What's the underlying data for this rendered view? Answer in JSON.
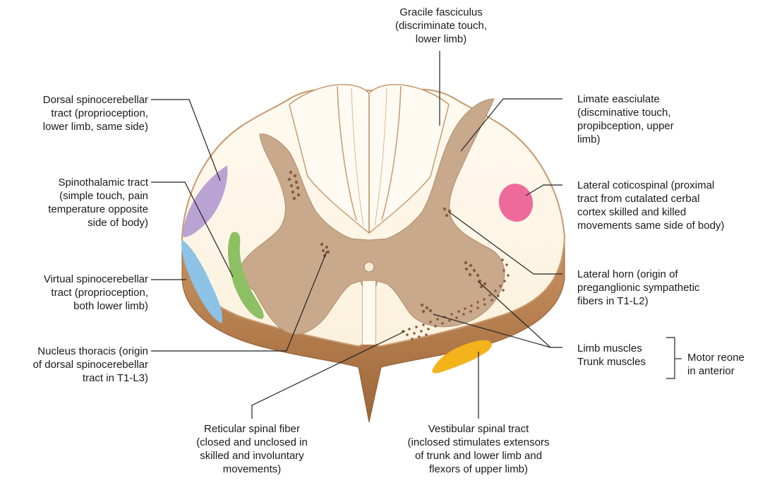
{
  "labels": {
    "gracile": [
      "Gracile fasciculus",
      "(discriminate touch,",
      "lower limb)"
    ],
    "dorsal_spinocerebellar": [
      "Dorsal spinocerebellar",
      "tract (proprioception,",
      "lower limb, same side)"
    ],
    "spinothalamic": [
      "Spinothalamic tract",
      "(simple touch, pain",
      "temperature opposite",
      "side of body)"
    ],
    "virtual_spinocerebellar": [
      "Virtual spinocerebellar",
      "tract (proprioception,",
      "both lower limb)"
    ],
    "nucleus_thoracis": [
      "Nucleus thoracis (origin",
      "of dorsal spinocerebellar",
      "tract in T1-L3)"
    ],
    "reticular": [
      "Reticular spinal fiber",
      "(closed and unclosed in",
      "skilled and involuntary",
      "movements)"
    ],
    "vestibular": [
      "Vestibular spinal tract",
      "(inclosed stimulates extensors",
      "of trunk and lower limb and",
      "flexors of upper limb)"
    ],
    "limate": [
      "Limate easciulate",
      "(discminative touch,",
      "propibception, upper",
      "limb)"
    ],
    "lateral_coticospinal": [
      "Lateral coticospinal (proximal",
      "tract from cutalated cerbal",
      "cortex skilled and killed",
      "movements same side of body)"
    ],
    "lateral_horn": [
      "Lateral horn (origin of",
      "preganglionic sympathetic",
      "fibers in T1-L2)"
    ],
    "limb_trunk": [
      "Limb muscles",
      "Trunk muscles"
    ],
    "motor": [
      "Motor reone",
      "in anterior"
    ]
  },
  "colors": {
    "white_matter": "#fdf6e8",
    "gray_matter": "#c9a98c",
    "nuclei_dots": "#8a5a3c",
    "side_band": "#b27a4b",
    "dorsal_spinocerebellar_tract": "#b9a3d3",
    "virtual_spinocerebellar_tract": "#8cc3e6",
    "spinothalamic_tract": "#8cc063",
    "lateral_coticospinal_tract": "#ee6a9b",
    "vestibular_spinal_tract": "#f4b21b",
    "leader_line": "#222222"
  }
}
